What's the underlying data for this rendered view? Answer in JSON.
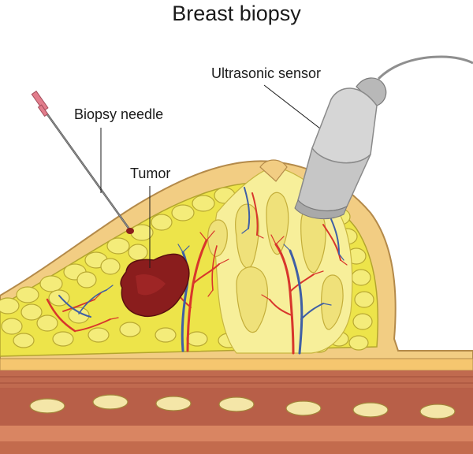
{
  "title": "Breast biopsy",
  "labels": {
    "biopsy_needle": "Biopsy needle",
    "tumor": "Tumor",
    "ultrasonic_sensor": "Ultrasonic sensor"
  },
  "colors": {
    "skin": "#f2cd83",
    "skin_outline": "#b48a4a",
    "fat_lobules": "#ede44a",
    "gland": "#f7ef9a",
    "tumor": "#8a1d1d",
    "artery": "#d8362c",
    "vein": "#3f5fa5",
    "muscle": "#b85f48",
    "rib": "#f4e6a8",
    "probe": "#cdcdcd"
  }
}
